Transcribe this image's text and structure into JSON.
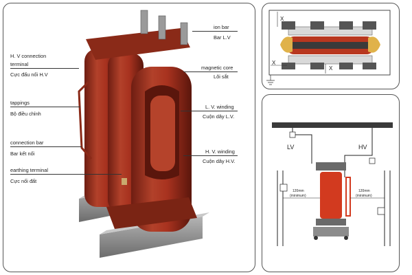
{
  "main": {
    "labels": {
      "ion_bar": {
        "en": "ion bar",
        "vi": "Bar L.V"
      },
      "magnetic_core": {
        "en": "magnetic core",
        "vi": "Lõi sắt"
      },
      "lv_winding": {
        "en": "L. V. winding",
        "vi": "Cuộn dây L.V."
      },
      "hv_winding": {
        "en": "H. V. winding",
        "vi": "Cuộn dây H.V."
      },
      "hv_terminal": {
        "en_line1": "H. V connection",
        "en_line2": "terminal",
        "vi": "Cực đấu nối H.V"
      },
      "tappings": {
        "en": "tappings",
        "vi": "Bộ điều chỉnh"
      },
      "connection_bar": {
        "en": "connection bar",
        "vi": "Bar kết nối"
      },
      "earthing_terminal": {
        "en": "earthing terminal",
        "vi": "Cực nối đất"
      }
    }
  },
  "top_right": {
    "clearance_symbol": "X"
  },
  "bottom_right": {
    "lv_label": "LV",
    "hv_label": "HV",
    "clearance_left": {
      "value": "120mm",
      "note": "(minimum)"
    },
    "clearance_right": {
      "value": "120mm",
      "note": "(minimum)"
    }
  },
  "colors": {
    "transformer_red": "#a8321f",
    "transformer_dark": "#6e1d12",
    "transformer_light": "#c4513a",
    "base_gray": "#8e8e8e",
    "diagram_red": "#d23a1f"
  }
}
